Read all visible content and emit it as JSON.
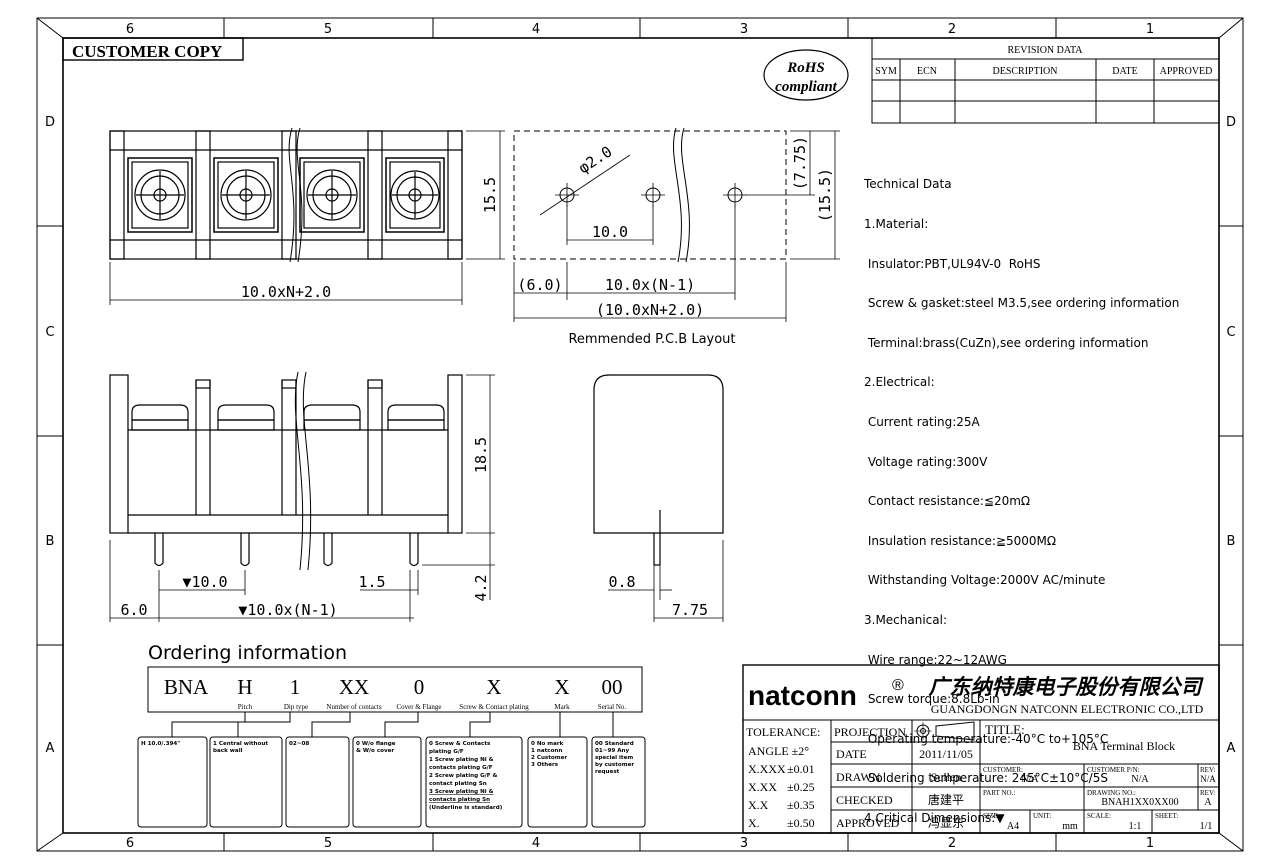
{
  "frame": {
    "columns_top": [
      "6",
      "5",
      "4",
      "3",
      "2",
      "1"
    ],
    "columns_bottom": [
      "6",
      "5",
      "4",
      "3",
      "2",
      "1"
    ],
    "rows_left": [
      "D",
      "C",
      "B",
      "A"
    ],
    "rows_right": [
      "D",
      "C",
      "B",
      "A"
    ]
  },
  "stamp": "CUSTOMER COPY",
  "rohs": {
    "line1": "RoHS",
    "line2": "compliant"
  },
  "revision": {
    "title": "REVISION DATA",
    "headers": [
      "SYM",
      "ECN",
      "DESCRIPTION",
      "DATE",
      "APPROVED"
    ]
  },
  "technical": {
    "lines": [
      "Technical Data",
      "1.Material:",
      " Insulator:PBT,UL94V-0  RoHS",
      " Screw & gasket:steel M3.5,see ordering information",
      " Terminal:brass(CuZn),see ordering information",
      "2.Electrical:",
      " Current rating:25A",
      " Voltage rating:300V",
      " Contact resistance:≦20mΩ",
      " Insulation resistance:≧5000MΩ",
      " Withstanding Voltage:2000V AC/minute",
      "3.Mechanical:",
      " Wire range:22~12AWG",
      " Screw torque:8.8Lb-in",
      " Operating temperature:-40°C to+105°C",
      " Soldering temperature: 245°C±10°C/5S",
      "4.Critical Dimensions:▼"
    ]
  },
  "dims": {
    "top_height": "15.5",
    "top_width": "10.0xN+2.0",
    "hole_dia": "φ2.0",
    "pitch": "10.0",
    "pcb_h1": "(7.75)",
    "pcb_h2": "(15.5)",
    "pcb_edge": "(6.0)",
    "pcb_n1": "10.0x(N-1)",
    "pcb_total": "(10.0xN+2.0)",
    "pcb_caption": "Remmended P.C.B Layout",
    "side_height": "18.5",
    "front_pitch": "▼10.0",
    "pin_width": "1.5",
    "pin_len": "4.2",
    "front_edge": "6.0",
    "front_n1": "▼10.0x(N-1)",
    "side_pin": "0.8",
    "side_depth": "7.75"
  },
  "ordering": {
    "title": "Ordering  information",
    "codes": [
      {
        "code": "BNA",
        "label": ""
      },
      {
        "code": "H",
        "label": "Pitch"
      },
      {
        "code": "1",
        "label": "Dip type"
      },
      {
        "code": "XX",
        "label": "Number of contacts"
      },
      {
        "code": "0",
        "label": "Cover & Flange"
      },
      {
        "code": "X",
        "label": "Screw & Contact plating"
      },
      {
        "code": "X",
        "label": "Mark"
      },
      {
        "code": "00",
        "label": "Serial No."
      }
    ],
    "boxes": [
      [
        "H 10.0/.394\""
      ],
      [
        "1 Central without",
        "back wall"
      ],
      [
        "02~08"
      ],
      [
        "0 W/o flange",
        "& W/o cover"
      ],
      [
        "0 Screw & Contacts",
        "  plating G/F",
        "1 Screw plating Ni &",
        "  contacts plating G/F",
        "2 Screw plating G/F &",
        "  contact plating Sn",
        "3 Screw plating Ni &",
        "  contacts plating Sn",
        "(Underline is standard)"
      ],
      [
        "0 No mark",
        "1 natconn",
        "2 Customer",
        "3 Others"
      ],
      [
        "00 Standard",
        "01~99 Any",
        "special item",
        "by customer",
        "request"
      ]
    ]
  },
  "company": {
    "logo": "natconn",
    "reg": "®",
    "name_cn": "广东纳特康电子股份有限公司",
    "name_en": "GUANGDONGN NATCONN ELECTRONIC CO.,LTD"
  },
  "title_block": {
    "tolerance_label": "TOLERANCE:",
    "tolerances": [
      {
        "k": "ANGLE ±2°",
        "v": ""
      },
      {
        "k": "X.XXX",
        "v": "±0.01"
      },
      {
        "k": "X.XX",
        "v": "±0.25"
      },
      {
        "k": "X.X",
        "v": "±0.35"
      },
      {
        "k": "X.",
        "v": "±0.50"
      }
    ],
    "projection_label": "PROJECTION",
    "date_label": "DATE",
    "date": "2011/11/05",
    "drawn_label": "DRAWN",
    "drawn": "Sullen",
    "checked_label": "CHECKED",
    "checked": "唐建平",
    "approved_label": "APPROVED",
    "approved": "冯显东",
    "title_label": "TITLE:",
    "title": "BNA Terminal Block",
    "customer_label": "CUSTOMER:",
    "customer": "N/A",
    "customer_pn_label": "CUSTOMER P/N:",
    "customer_pn": "N/A",
    "rev_label": "REV:",
    "rev1": "N/A",
    "part_no_label": "PART NO.:",
    "drawing_no_label": "DRAWING NO.:",
    "drawing_no": "BNAH1XX0XX00",
    "rev2": "A",
    "size_label": "SIZE:",
    "size": "A4",
    "unit_label": "UNIT:",
    "unit": "mm",
    "scale_label": "SCALE:",
    "scale": "1:1",
    "sheet_label": "SHEET:",
    "sheet": "1/1"
  }
}
